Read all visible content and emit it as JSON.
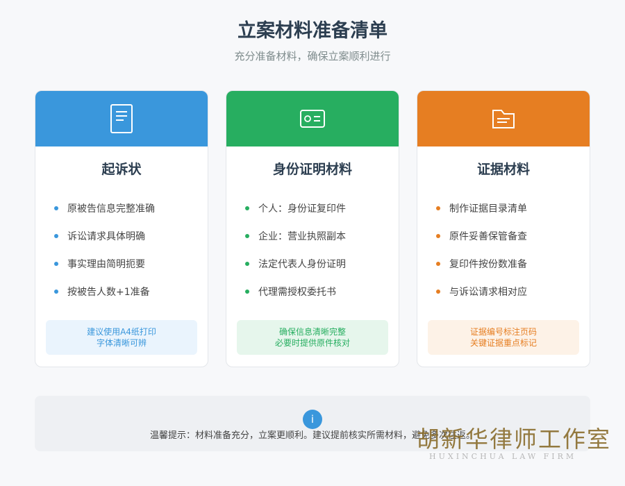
{
  "header": {
    "title": "立案材料准备清单",
    "subtitle": "充分准备材料，确保立案顺利进行"
  },
  "cards": [
    {
      "title": "起诉状",
      "icon": "document-icon",
      "color": "#3a97dc",
      "items": [
        "原被告信息完整准确",
        "诉讼请求具体明确",
        "事实理由简明扼要",
        "按被告人数+1准备"
      ],
      "tip": [
        "建议使用A4纸打印",
        "字体清晰可辨"
      ]
    },
    {
      "title": "身份证明材料",
      "icon": "id-card-icon",
      "color": "#27ae60",
      "items": [
        "个人：身份证复印件",
        "企业：营业执照副本",
        "法定代表人身份证明",
        "代理需授权委托书"
      ],
      "tip": [
        "确保信息清晰完整",
        "必要时提供原件核对"
      ]
    },
    {
      "title": "证据材料",
      "icon": "folder-icon",
      "color": "#e67e22",
      "items": [
        "制作证据目录清单",
        "原件妥善保管备查",
        "复印件按份数准备",
        "与诉讼请求相对应"
      ],
      "tip": [
        "证据编号标注页码",
        "关键证据重点标记"
      ]
    }
  ],
  "footer": {
    "info_icon": "i",
    "text": "温馨提示：材料准备充分，立案更顺利。建议提前核实所需材料，避免多次往返。"
  },
  "watermark": {
    "name": "胡新华律师工作室",
    "english": "HUXINCHUA LAW FIRM"
  }
}
